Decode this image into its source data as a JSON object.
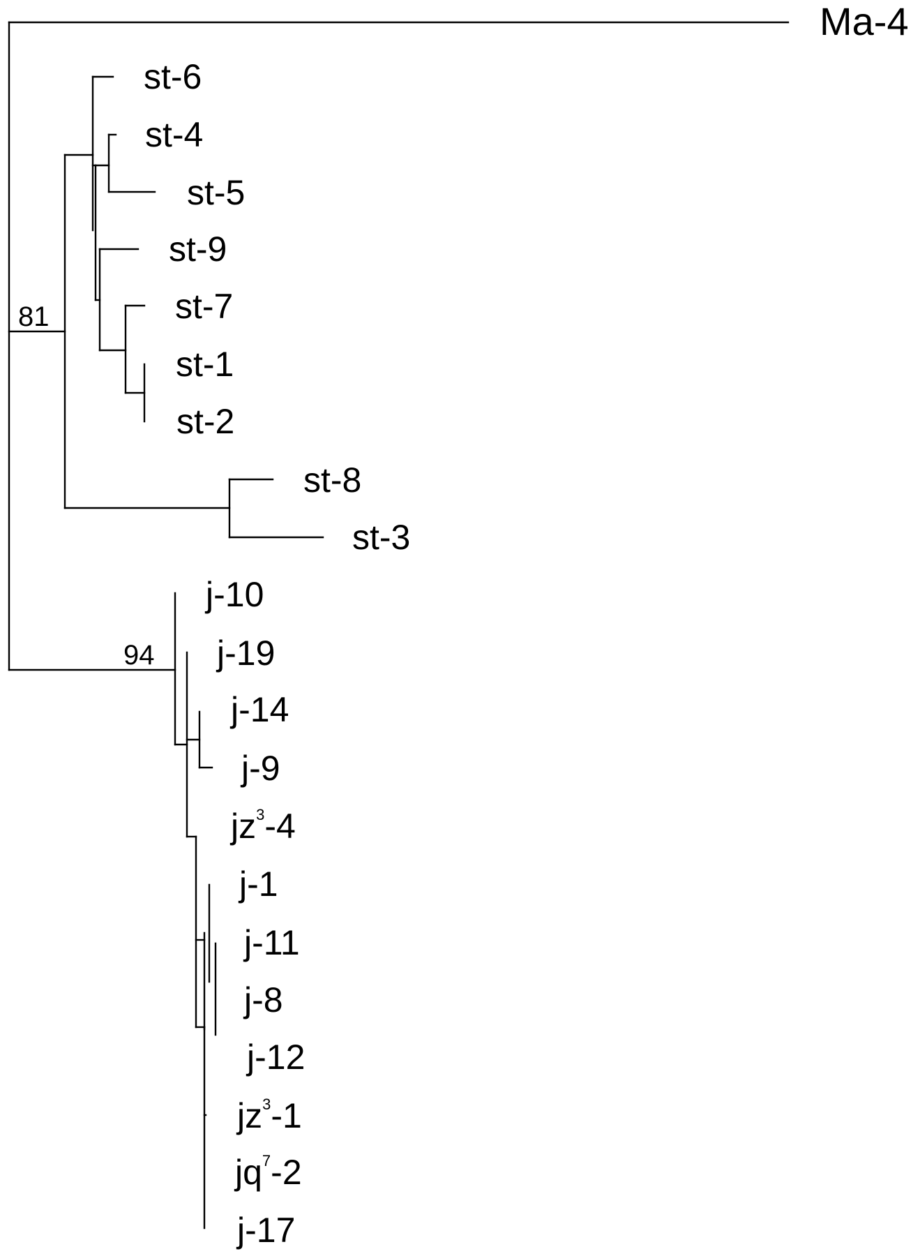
{
  "tree": {
    "outgroup": "Ma-4",
    "clades": [
      {
        "support": "81",
        "taxa": [
          "st-6",
          "st-4",
          "st-5",
          "st-9",
          "st-7",
          "st-1",
          "st-2",
          "st-8",
          "st-3"
        ]
      },
      {
        "support": "94",
        "taxa": [
          "j-10",
          "j-19",
          "j-14",
          "j-9",
          "jz3-4",
          "j-1",
          "j-11",
          "j-8",
          "j-12",
          "jz3-1",
          "jq7-2",
          "j-17"
        ]
      }
    ]
  },
  "labels": {
    "ma4": "Ma-4",
    "st6": "st-6",
    "st4": "st-4",
    "st5": "st-5",
    "st9": "st-9",
    "st7": "st-7",
    "st1": "st-1",
    "st2": "st-2",
    "st8": "st-8",
    "st3": "st-3",
    "j10": "j-10",
    "j19": "j-19",
    "j14": "j-14",
    "j9": "j-9",
    "jz3_4": {
      "base": "jz",
      "sup": "3",
      "suffix": "-4"
    },
    "j1": "j-1",
    "j11": "j-11",
    "j8": "j-8",
    "j12": "j-12",
    "jz3_1": {
      "base": "jz",
      "sup": "3",
      "suffix": "-1"
    },
    "jq7_2": {
      "base": "jq",
      "sup": "7",
      "suffix": "-2"
    },
    "j17": "j-17"
  },
  "support": {
    "st_clade": "81",
    "j_clade": "94"
  },
  "colors": {
    "line": "#000000",
    "background": "#ffffff"
  }
}
